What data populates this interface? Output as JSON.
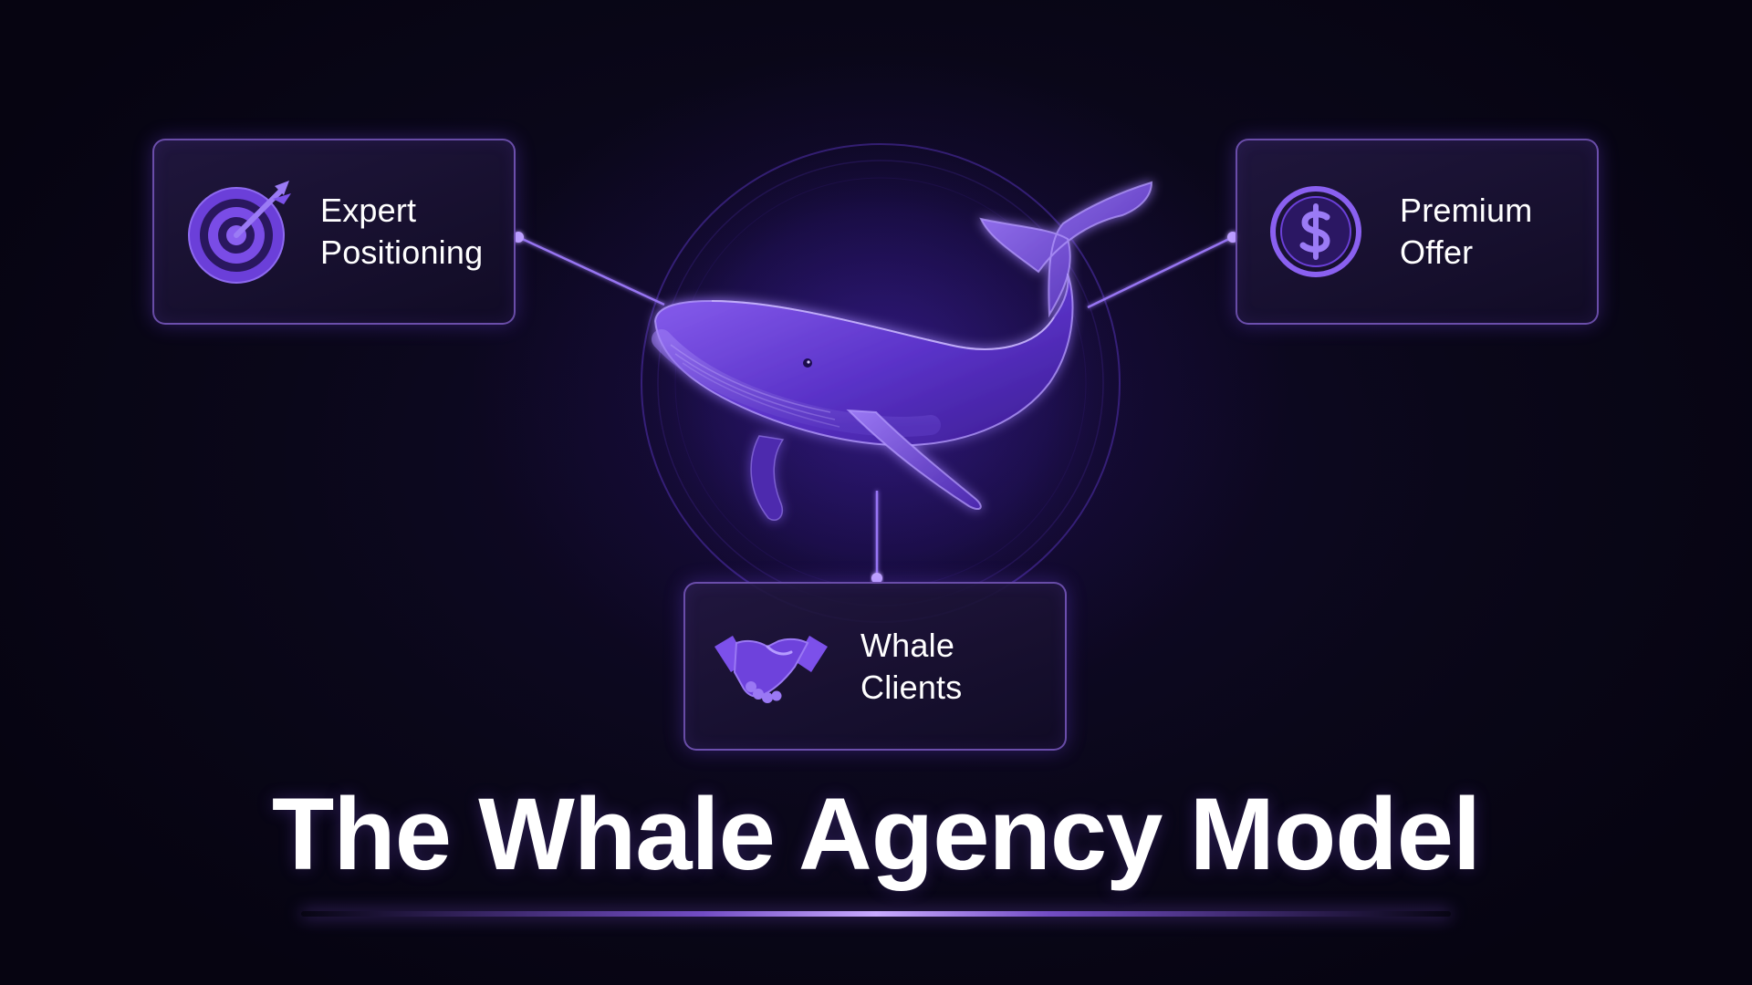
{
  "diagram": {
    "title": "The Whale Agency Model",
    "center": {
      "icon": "whale-icon"
    },
    "nodes": [
      {
        "id": "expert",
        "icon": "target-icon",
        "label_line1": "Expert",
        "label_line2": "Positioning"
      },
      {
        "id": "premium",
        "icon": "dollar-icon",
        "label_line1": "Premium",
        "label_line2": "Offer"
      },
      {
        "id": "whale",
        "icon": "handshake-icon",
        "label_line1": "Whale",
        "label_line2": "Clients"
      }
    ],
    "colors": {
      "background": "#070513",
      "accent": "#7c4dff",
      "accent_light": "#b59bff",
      "card_border": "#966eeb",
      "text": "#ffffff"
    }
  }
}
